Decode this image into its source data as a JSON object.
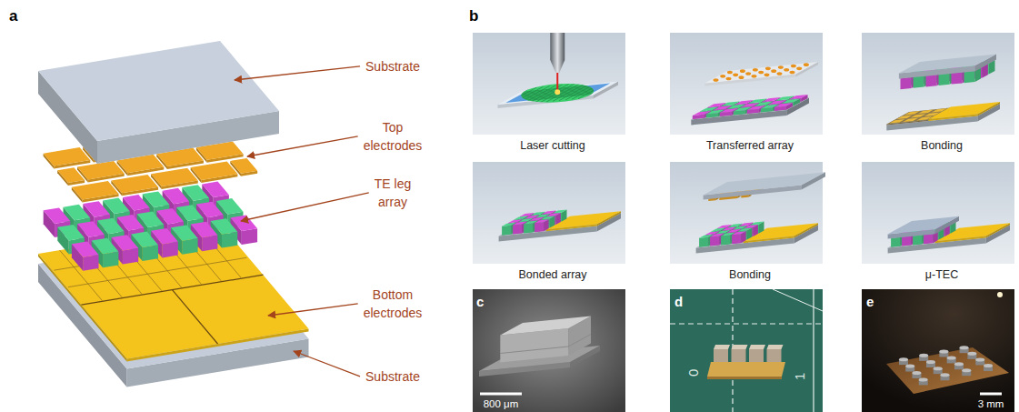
{
  "diagram": {
    "nodes": [
      {
        "text": [
          "Laser cutting"
        ]
      },
      {
        "text": [
          "Transferred array"
        ]
      },
      {
        "text": [
          "Bonding"
        ]
      },
      {
        "text": [
          "Bonded array"
        ]
      },
      {
        "text": [
          "Bonding"
        ]
      },
      {
        "text": [
          "μ-TEC"
        ]
      }
    ],
    "labels": [
      "a",
      "Substrate",
      "Top electrodes",
      "TE leg array",
      "Bottom electrodes",
      "Substrate",
      "b",
      "c",
      "800 μm",
      "d",
      "0",
      "1",
      "e",
      "3 mm"
    ]
  }
}
